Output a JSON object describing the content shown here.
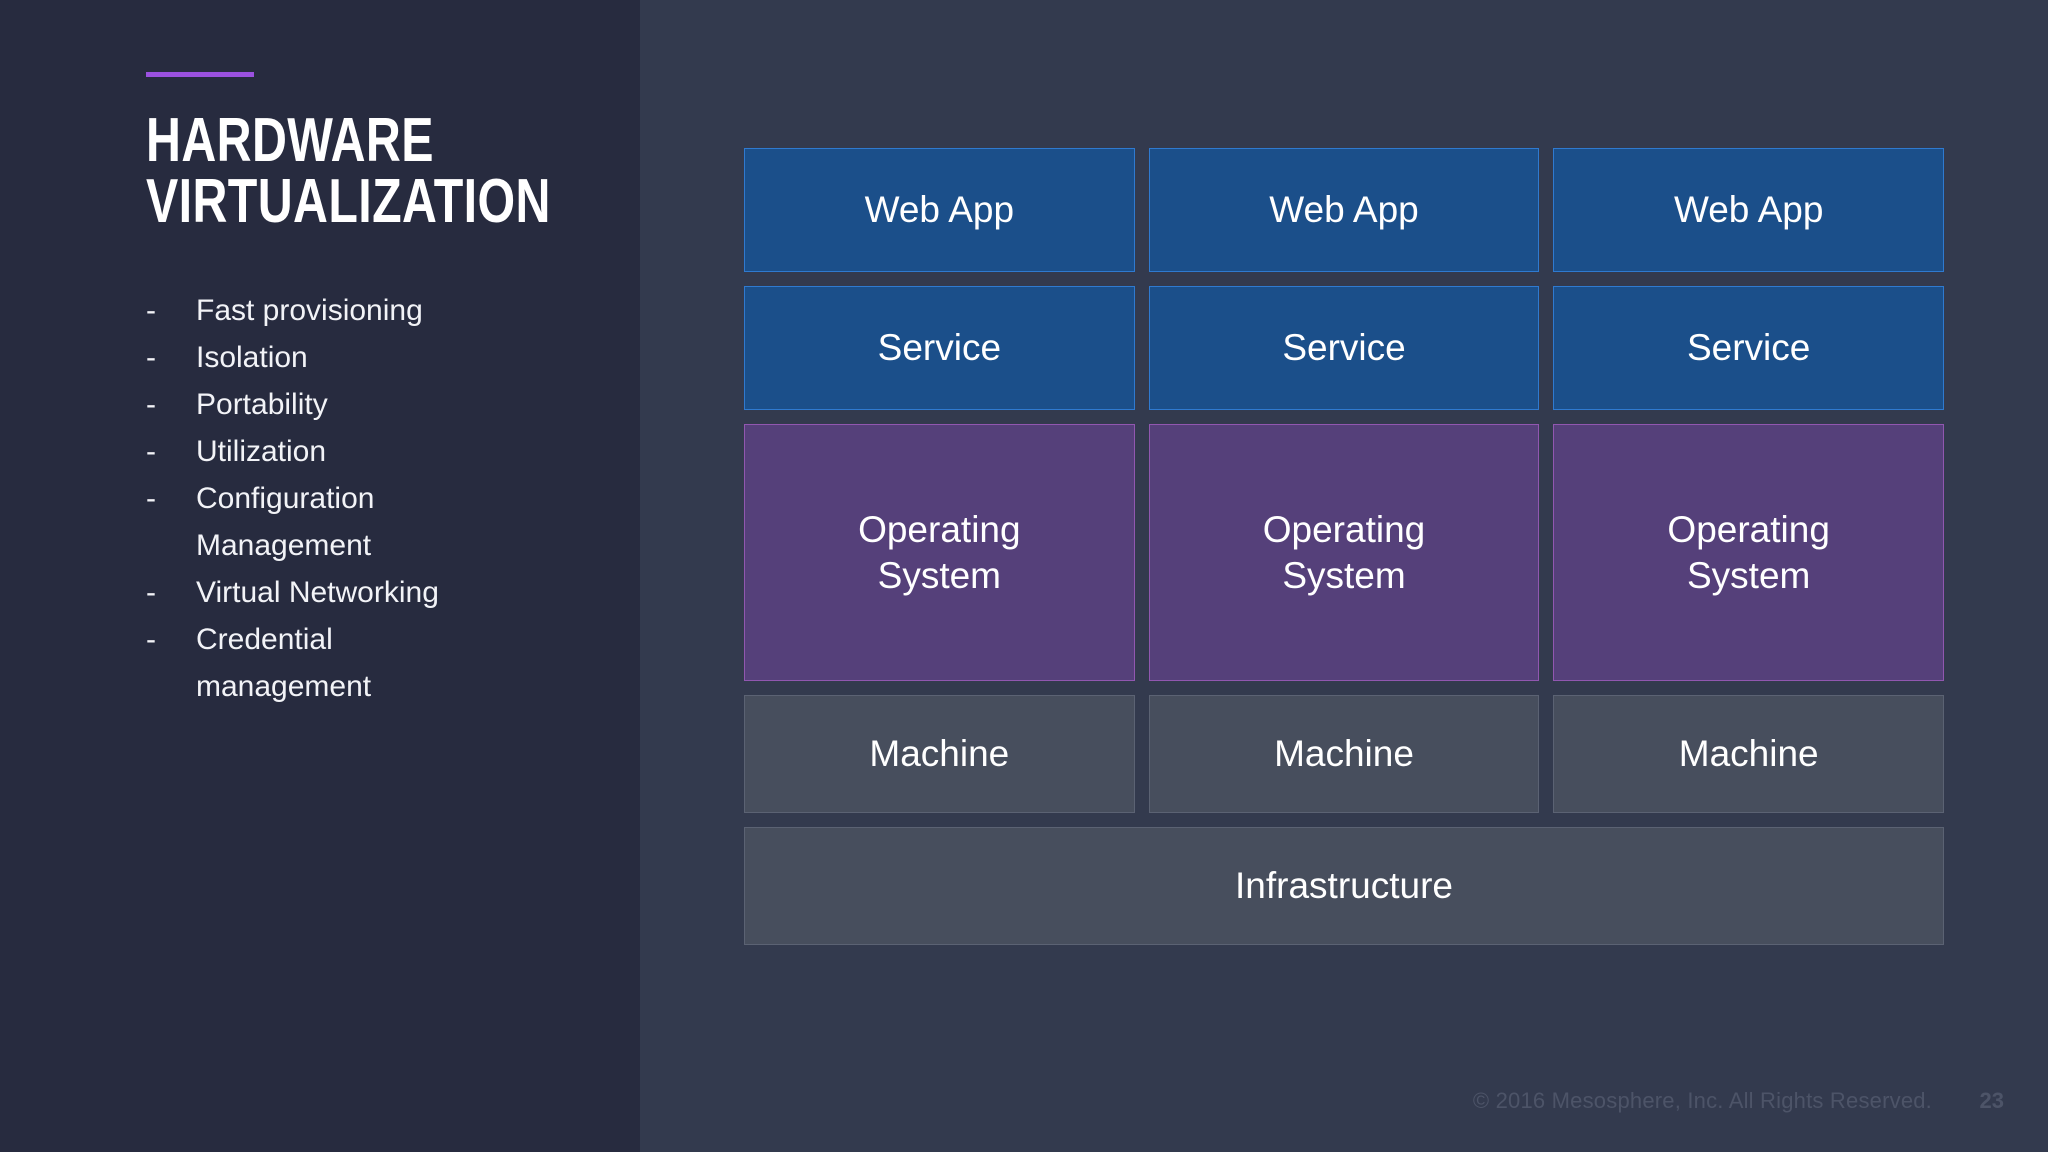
{
  "slide": {
    "accent_color": "#9b51e0",
    "title": "HARDWARE\nVIRTUALIZATION",
    "bullet_marker": "-",
    "bullets": [
      {
        "text": "Fast provisioning"
      },
      {
        "text": "Isolation"
      },
      {
        "text": "Portability"
      },
      {
        "text": "Utilization"
      },
      {
        "text": "Configuration\nManagement"
      },
      {
        "text": "Virtual Networking"
      },
      {
        "text": "Credential\nmanagement"
      }
    ]
  },
  "diagram": {
    "rows": [
      {
        "name": "application-row",
        "cells": [
          {
            "label": "Web App",
            "color": "#1b4f8a"
          },
          {
            "label": "Web App",
            "color": "#1b4f8a"
          },
          {
            "label": "Web App",
            "color": "#1b4f8a"
          }
        ]
      },
      {
        "name": "service-row",
        "cells": [
          {
            "label": "Service",
            "color": "#1b4f8a"
          },
          {
            "label": "Service",
            "color": "#1b4f8a"
          },
          {
            "label": "Service",
            "color": "#1b4f8a"
          }
        ]
      },
      {
        "name": "operating-system-row",
        "cells": [
          {
            "label": "Operating\nSystem",
            "color": "#55407a"
          },
          {
            "label": "Operating\nSystem",
            "color": "#55407a"
          },
          {
            "label": "Operating\nSystem",
            "color": "#55407a"
          }
        ]
      },
      {
        "name": "machine-row",
        "cells": [
          {
            "label": "Machine",
            "color": "#474e5d"
          },
          {
            "label": "Machine",
            "color": "#474e5d"
          },
          {
            "label": "Machine",
            "color": "#474e5d"
          }
        ]
      },
      {
        "name": "infrastructure-row",
        "cells": [
          {
            "label": "Infrastructure",
            "color": "#474e5d"
          }
        ]
      }
    ]
  },
  "footer": {
    "copyright": "© 2016 Mesosphere, Inc. All Rights Reserved.",
    "page_number": "23"
  }
}
